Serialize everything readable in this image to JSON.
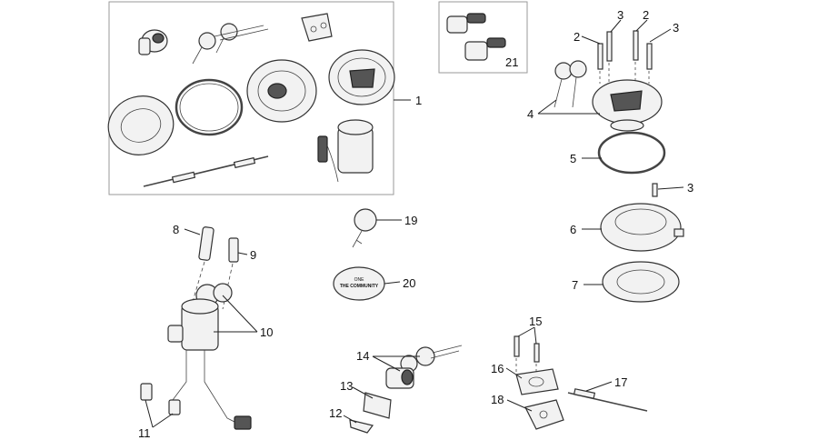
{
  "callouts": {
    "c1": "1",
    "c2a": "2",
    "c2b": "2",
    "c3a": "3",
    "c3b": "3",
    "c3c": "3",
    "c4": "4",
    "c5": "5",
    "c6": "6",
    "c7": "7",
    "c8": "8",
    "c9": "9",
    "c10": "10",
    "c11": "11",
    "c12": "12",
    "c13": "13",
    "c14": "14",
    "c15": "15",
    "c16": "16",
    "c17": "17",
    "c18": "18",
    "c19": "19",
    "c20": "20",
    "c21": "21"
  },
  "badge": {
    "line1": "ONE",
    "line2": "THE COMMUNITY"
  }
}
